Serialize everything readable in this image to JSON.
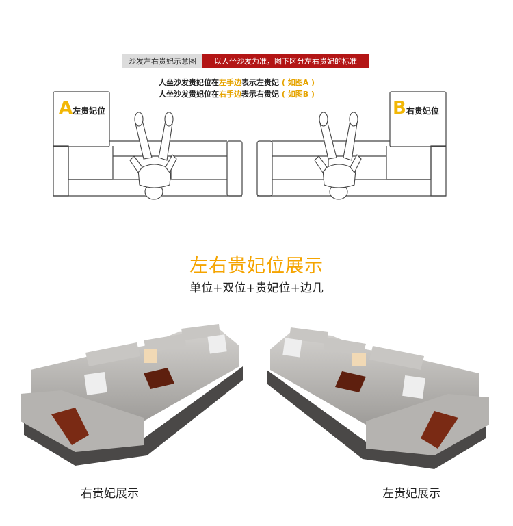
{
  "header": {
    "grey_caption": "沙发左右贵妃示意图",
    "red_caption": "以人坐沙发为准，图下区分左右贵妃的标准",
    "line1": {
      "prefix": "人坐沙发贵妃位在",
      "highlight": "左手边",
      "suffix": "表示左贵妃",
      "note": "( 如图A )"
    },
    "line2": {
      "prefix": "人坐沙发贵妃位在",
      "highlight": "右手边",
      "suffix": "表示右贵妃",
      "note": "( 如图B )"
    }
  },
  "diagram_a": {
    "letter": "A",
    "label": "左贵妃位"
  },
  "diagram_b": {
    "letter": "B",
    "label": "右贵妃位"
  },
  "section": {
    "title": "左右贵妃位展示",
    "subtitle": "单位+双位+贵妃位+边几"
  },
  "products": [
    {
      "caption": "右贵妃展示"
    },
    {
      "caption": "左贵妃展示"
    }
  ],
  "colors": {
    "accent": "#f5a400",
    "red": "#b31515",
    "leather": "#b9b7b4",
    "wood": "#7a2a14"
  }
}
